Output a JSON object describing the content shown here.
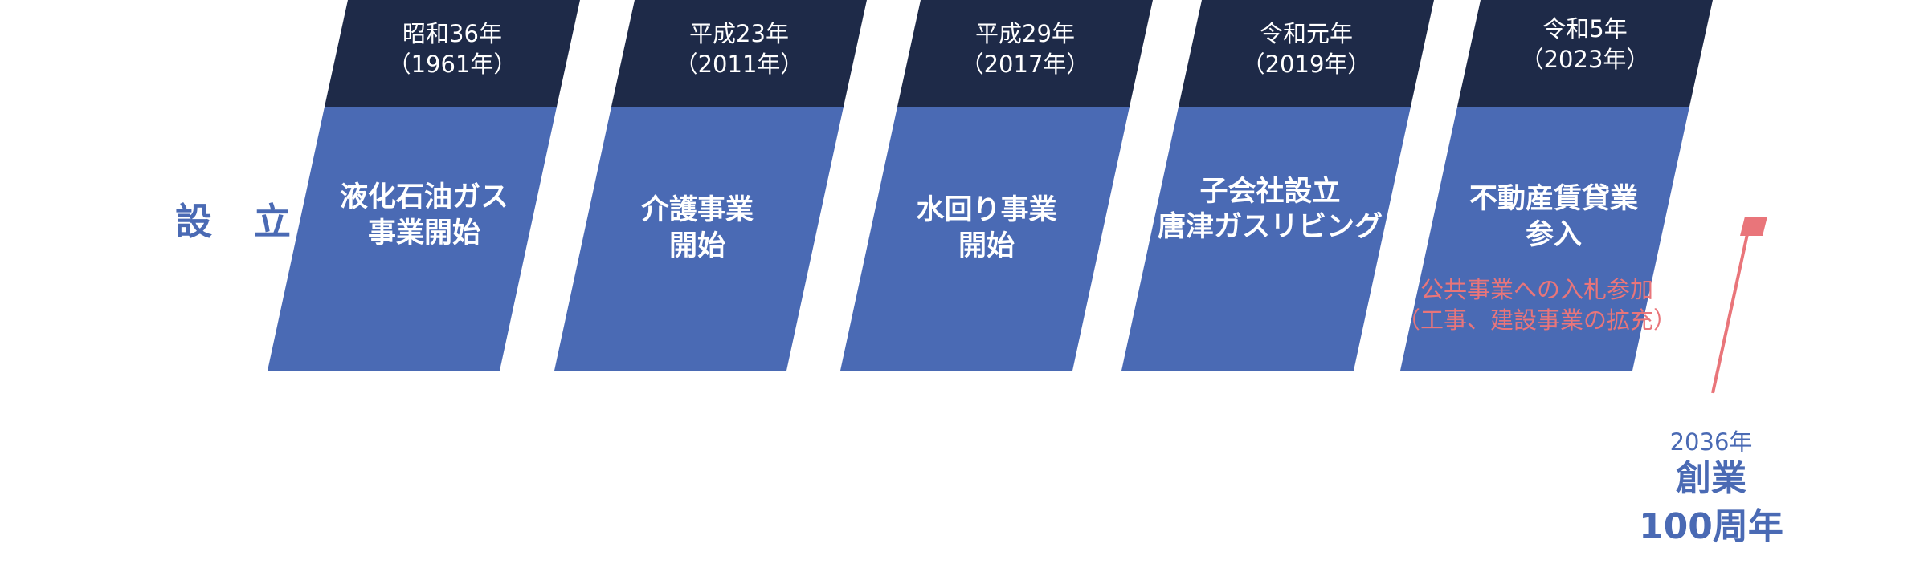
{
  "founding_label": "設 立",
  "milestones": [
    {
      "era": "昭和36年",
      "year": "（1961年）",
      "title": [
        "液化石油ガス",
        "事業開始"
      ]
    },
    {
      "era": "平成23年",
      "year": "（2011年）",
      "title": [
        "介護事業",
        "開始"
      ]
    },
    {
      "era": "平成29年",
      "year": "（2017年）",
      "title": [
        "水回り事業",
        "開始"
      ]
    },
    {
      "era": "令和元年",
      "year": "（2019年）",
      "title": [
        "子会社設立",
        "唐津ガスリビング"
      ]
    },
    {
      "era": "令和5年",
      "year": "（2023年）",
      "title": [
        "不動産賃貸業",
        "参入"
      ],
      "note": [
        "公共事業への入札参加",
        "（工事、建設事業の拡充）"
      ]
    }
  ],
  "future": {
    "year": "2036年",
    "title": [
      "創業",
      "100周年"
    ]
  },
  "colors": {
    "header": "#1e2a48",
    "body": "#4a6ab4",
    "accent": "#e9757a",
    "text_blue": "#4a6ab4"
  },
  "icons": {
    "future_marker": "flag-icon"
  }
}
